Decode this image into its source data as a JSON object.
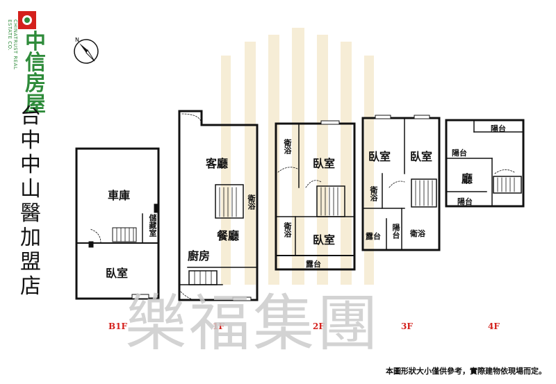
{
  "logo": {
    "brand": "中信房屋",
    "sub": "CHINATRUST REAL ESTATE CO."
  },
  "title_chars": [
    "台",
    "中",
    "中",
    "山",
    "醫",
    "加",
    "盟",
    "店"
  ],
  "compass": {
    "label": "N"
  },
  "floors": [
    {
      "label": "B1F",
      "rooms": [
        "車庫",
        "儲藏室",
        "臥室"
      ]
    },
    {
      "label": "1F",
      "rooms": [
        "客廳",
        "衛浴",
        "餐廳",
        "廚房"
      ]
    },
    {
      "label": "2F",
      "rooms": [
        "衛浴",
        "臥室",
        "衛浴",
        "臥室",
        "露台"
      ]
    },
    {
      "label": "3F",
      "rooms": [
        "臥室",
        "臥室",
        "衛浴",
        "露台",
        "陽台",
        "衛浴"
      ]
    },
    {
      "label": "4F",
      "rooms": [
        "陽台",
        "陽台",
        "廳",
        "陽台"
      ]
    }
  ],
  "watermark": "樂福集團",
  "note": "本圖形狀大小僅供參考，實際建物依現場而定。",
  "colors": {
    "logo_green": "#2e8b3a",
    "logo_red": "#d4201c",
    "floor_label": "#d4201c",
    "wall": "#111111",
    "watermark": "#cccccc",
    "building_bg": "#f3e7c9"
  }
}
